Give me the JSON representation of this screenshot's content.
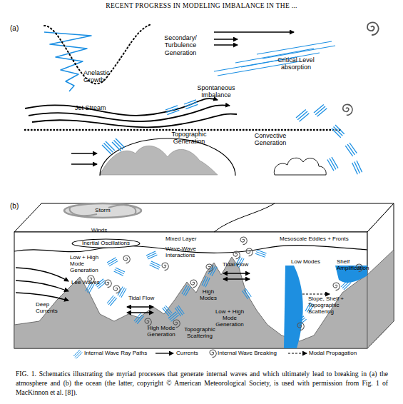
{
  "diagram": {
    "title": "RECENT PROGRESS IN MODELING IMBALANCE IN THE ...",
    "caption": "FIG. 1. Schematics illustrating the myriad processes that generate internal waves and which ultimately lead to breaking in (a) the atmosphere and (b) the ocean (the latter, copyright © American Meteorological Society, is used with permission from Fig. 1 of MacKinnon et al. [8]).",
    "nodes": [
      {
        "text": [
          "Storm"
        ]
      },
      {
        "text": [
          "Inertial Oscillations"
        ]
      }
    ],
    "labels": [
      "(a)",
      "Secondary/ Turbulence Generation",
      "Anelastic Growth",
      "Critical Level absorption",
      "Spontaneous Imbalance",
      "Jet Stream",
      "Topographic Generation",
      "Convective Generation",
      "(b)",
      "Winds",
      "Mixed Layer",
      "Mesoscale Eddies + Fronts",
      "Wave-Wave Interactions",
      "Low + High Mode Generation",
      "Tidal Flow",
      "Low Modes",
      "Shelf Amplification",
      "Lee Waves",
      "High Modes",
      "Tidal Flow",
      "Deep Currents",
      "Slope, Shelf + Topographic Scattering",
      "Low + High Mode Generation",
      "High Mode Generation",
      "Topographic Scattering"
    ],
    "legend": [
      {
        "text": "Internal Wave Ray Paths"
      },
      {
        "text": "Currents"
      },
      {
        "text": "Internal Wave Breaking"
      },
      {
        "text": "Modal Propagation"
      }
    ]
  }
}
